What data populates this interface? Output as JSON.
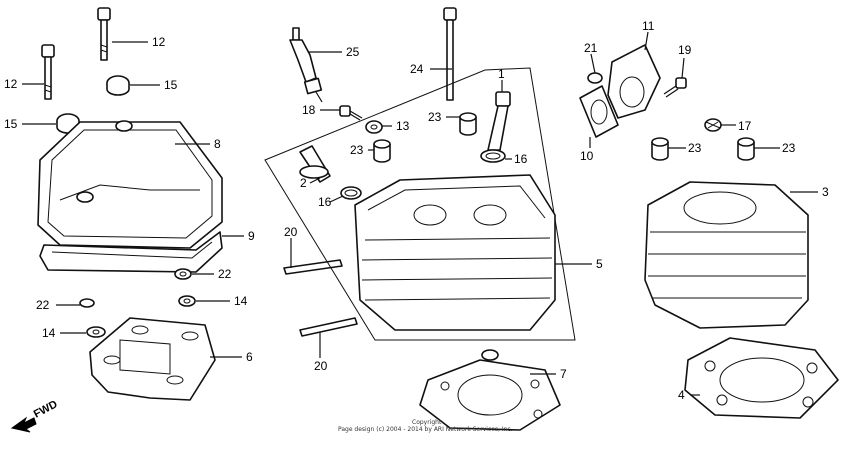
{
  "parts": [
    {
      "key": "p12a",
      "label": "12"
    },
    {
      "key": "p12b",
      "label": "12"
    },
    {
      "key": "p15a",
      "label": "15"
    },
    {
      "key": "p15b",
      "label": "15"
    },
    {
      "key": "p8",
      "label": "8"
    },
    {
      "key": "p9",
      "label": "9"
    },
    {
      "key": "p22a",
      "label": "22"
    },
    {
      "key": "p22b",
      "label": "22"
    },
    {
      "key": "p14a",
      "label": "14"
    },
    {
      "key": "p14b",
      "label": "14"
    },
    {
      "key": "p6",
      "label": "6"
    },
    {
      "key": "p25",
      "label": "25"
    },
    {
      "key": "p18",
      "label": "18"
    },
    {
      "key": "p13",
      "label": "13"
    },
    {
      "key": "p23a",
      "label": "23"
    },
    {
      "key": "p2",
      "label": "2"
    },
    {
      "key": "p16a",
      "label": "16"
    },
    {
      "key": "p20a",
      "label": "20"
    },
    {
      "key": "p20b",
      "label": "20"
    },
    {
      "key": "p24",
      "label": "24"
    },
    {
      "key": "p1",
      "label": "1"
    },
    {
      "key": "p23b",
      "label": "23"
    },
    {
      "key": "p16b",
      "label": "16"
    },
    {
      "key": "p5",
      "label": "5"
    },
    {
      "key": "p7",
      "label": "7"
    },
    {
      "key": "p21",
      "label": "21"
    },
    {
      "key": "p11",
      "label": "11"
    },
    {
      "key": "p19",
      "label": "19"
    },
    {
      "key": "p10",
      "label": "10"
    },
    {
      "key": "p17",
      "label": "17"
    },
    {
      "key": "p23c",
      "label": "23"
    },
    {
      "key": "p23d",
      "label": "23"
    },
    {
      "key": "p3",
      "label": "3"
    },
    {
      "key": "p4",
      "label": "4"
    }
  ],
  "direction_label": "FWD",
  "copyright": {
    "line1": "Copyright",
    "line2": "Page design (c) 2004 - 2014 by ARI Network Services, Inc."
  }
}
